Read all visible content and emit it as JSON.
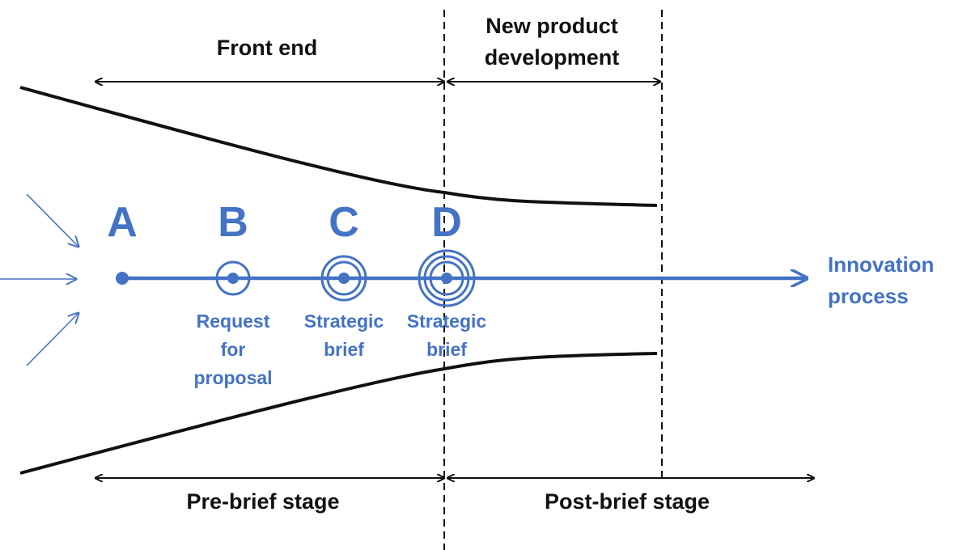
{
  "colors": {
    "blue": "#4472c4",
    "black": "#111111"
  },
  "phases": {
    "front_end": "Front end",
    "npd_line1": "New product",
    "npd_line2": "development",
    "pre_brief": "Pre-brief stage",
    "post_brief": "Post-brief stage"
  },
  "process": {
    "line1": "Innovation",
    "line2": "process"
  },
  "milestones": [
    {
      "letter": "A",
      "rings": 0,
      "caption": []
    },
    {
      "letter": "B",
      "rings": 1,
      "caption": [
        "Request",
        "for",
        "proposal"
      ]
    },
    {
      "letter": "C",
      "rings": 2,
      "caption": [
        "Strategic",
        "brief"
      ]
    },
    {
      "letter": "D",
      "rings": 3,
      "caption": [
        "Strategic",
        "brief"
      ]
    }
  ]
}
